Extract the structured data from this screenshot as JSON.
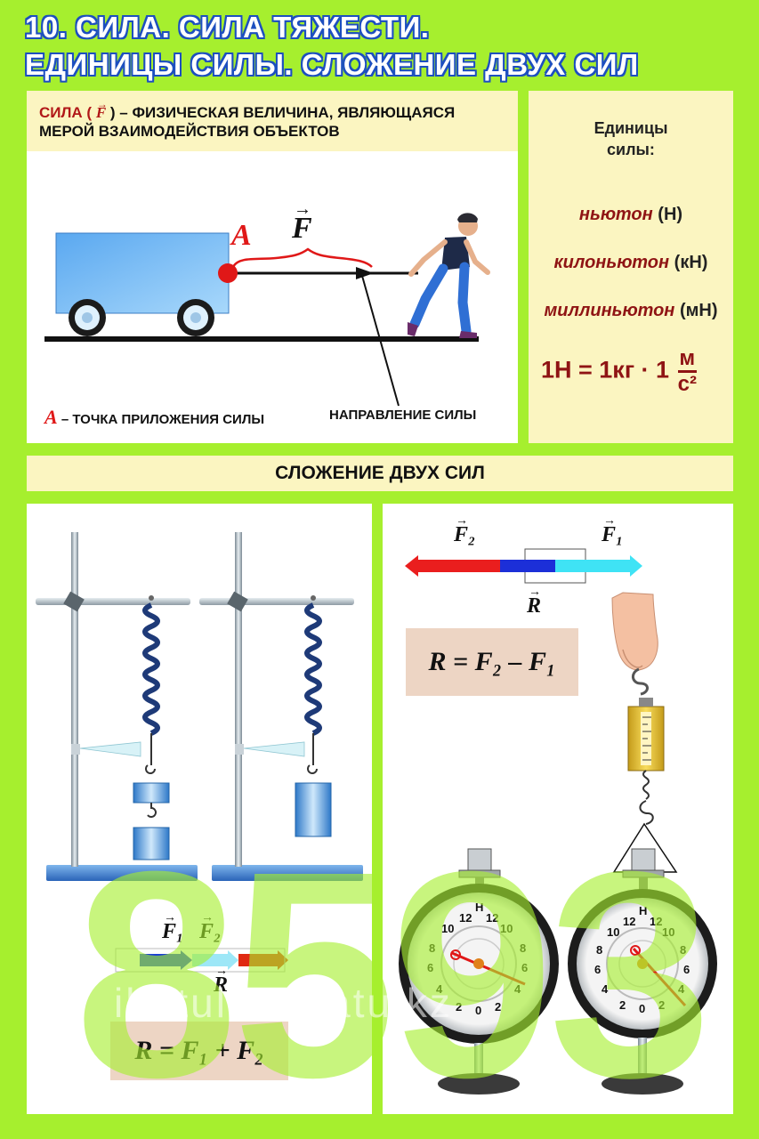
{
  "title": {
    "line1": "10. СИЛА. СИЛА ТЯЖЕСТИ.",
    "line2": "ЕДИНИЦЫ СИЛЫ. СЛОЖЕНИЕ ДВУХ СИЛ"
  },
  "definition": {
    "term": "СИЛА (",
    "symbol": "F",
    "rest": ") – ФИЗИЧЕСКАЯ ВЕЛИЧИНА, ЯВЛЯЮЩАЯСЯ",
    "line2": "МЕРОЙ ВЗАИМОДЕЙСТВИЯ ОБЪЕКТОВ"
  },
  "diagram1": {
    "point_label": "A",
    "force_label": "F",
    "caption_point_symbol": "A",
    "caption_point": "– ТОЧКА ПРИЛОЖЕНИЯ СИЛЫ",
    "caption_direction": "НАПРАВЛЕНИЕ СИЛЫ"
  },
  "units": {
    "heading": "Единицы силы:",
    "items": [
      {
        "name": "ньютон",
        "abbr": "(Н)"
      },
      {
        "name": "килоньютон",
        "abbr": "(кН)"
      },
      {
        "name": "миллиньютон",
        "abbr": "(мН)"
      }
    ],
    "formula_left": "1Н = 1кг · 1",
    "formula_num": "м",
    "formula_den": "с²"
  },
  "addition": {
    "heading": "СЛОЖЕНИЕ ДВУХ СИЛ",
    "left_labels": {
      "f1": "F₁",
      "f2": "F₂",
      "r": "R"
    },
    "left_formula": "R = F₁ + F₂",
    "right_labels": {
      "f1": "F₁",
      "f2": "F₂",
      "r": "R"
    },
    "right_formula": "R = F₂ – F₁",
    "dial_top": "H",
    "dial_numbers": [
      "12",
      "10",
      "8",
      "6",
      "4",
      "2",
      "0",
      "2",
      "4",
      "6",
      "8",
      "10",
      "12"
    ]
  },
  "watermark": {
    "digits": "8593",
    "text": "ibatulina.satu.kz"
  },
  "colors": {
    "background": "#a6ef2e",
    "panel_yellow": "#fbf5c1",
    "title_outline": "#1d4fbf",
    "unit_red": "#8f1414"
  }
}
